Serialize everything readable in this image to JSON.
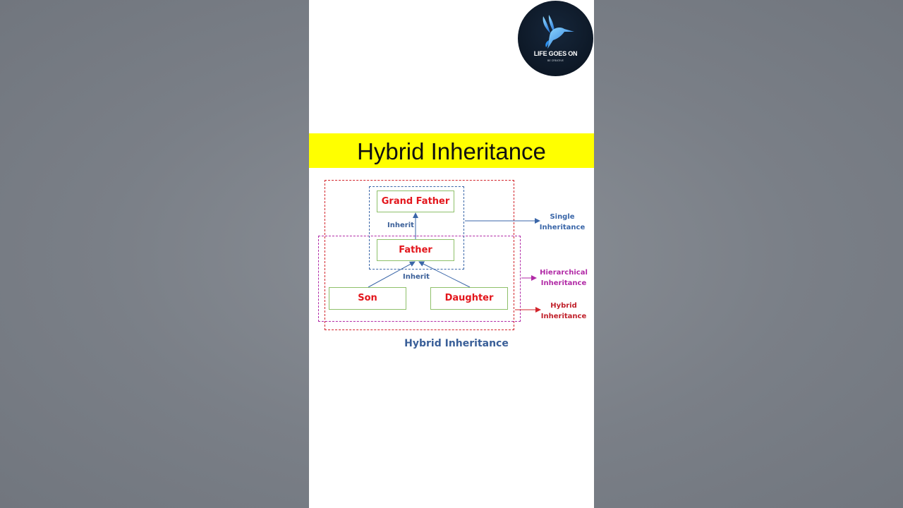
{
  "logo": {
    "icon": "hummingbird-icon",
    "title": "LIFE GOES ON",
    "subtitle": "BE CREATIVE"
  },
  "banner": {
    "title": "Hybrid Inheritance"
  },
  "diagram": {
    "nodes": {
      "grandfather": "Grand Father",
      "father": "Father",
      "son": "Son",
      "daughter": "Daughter"
    },
    "edge_labels": {
      "father_to_grandfather": "Inherit",
      "children_to_father": "Inherit"
    },
    "legend": {
      "single": "Single Inheritance",
      "hierarchical": "Hierarchical Inheritance",
      "hybrid": "Hybrid Inheritance"
    },
    "caption": "Hybrid Inheritance",
    "colors": {
      "node_text": "#e3161c",
      "node_border": "#8ec06a",
      "single": "#3a66a8",
      "hierarchical": "#b12aa6",
      "hybrid": "#d2242b",
      "banner": "#ffff00"
    }
  }
}
